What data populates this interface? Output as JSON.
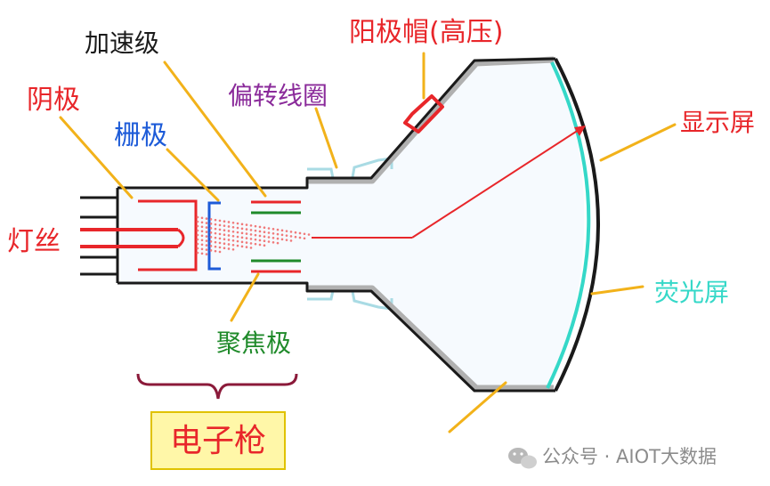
{
  "labels": {
    "cathode": "阴极",
    "grid": "栅极",
    "filament": "灯丝",
    "accelerating_electrode": "加速级",
    "deflection_coil": "偏转线圈",
    "anode_cap": "阳极帽(高压)",
    "display_screen": "显示屏",
    "fluorescent_screen": "荧光屏",
    "focusing_electrode": "聚焦极",
    "electron_gun": "电子枪"
  },
  "watermark": {
    "icon": "wechat-icon",
    "text": "公众号 · AIOT大数据"
  },
  "colors": {
    "red_label": "#e8262a",
    "blue_label": "#1d5bd8",
    "purple_label": "#8a2a9a",
    "green_label": "#1f8a2a",
    "black_label": "#1a1a1a",
    "leader_line": "#f2b21a",
    "screen_cyan": "#35d8c8",
    "electron_box_fill": "#fff7a8",
    "electron_box_border": "#e0c200"
  }
}
